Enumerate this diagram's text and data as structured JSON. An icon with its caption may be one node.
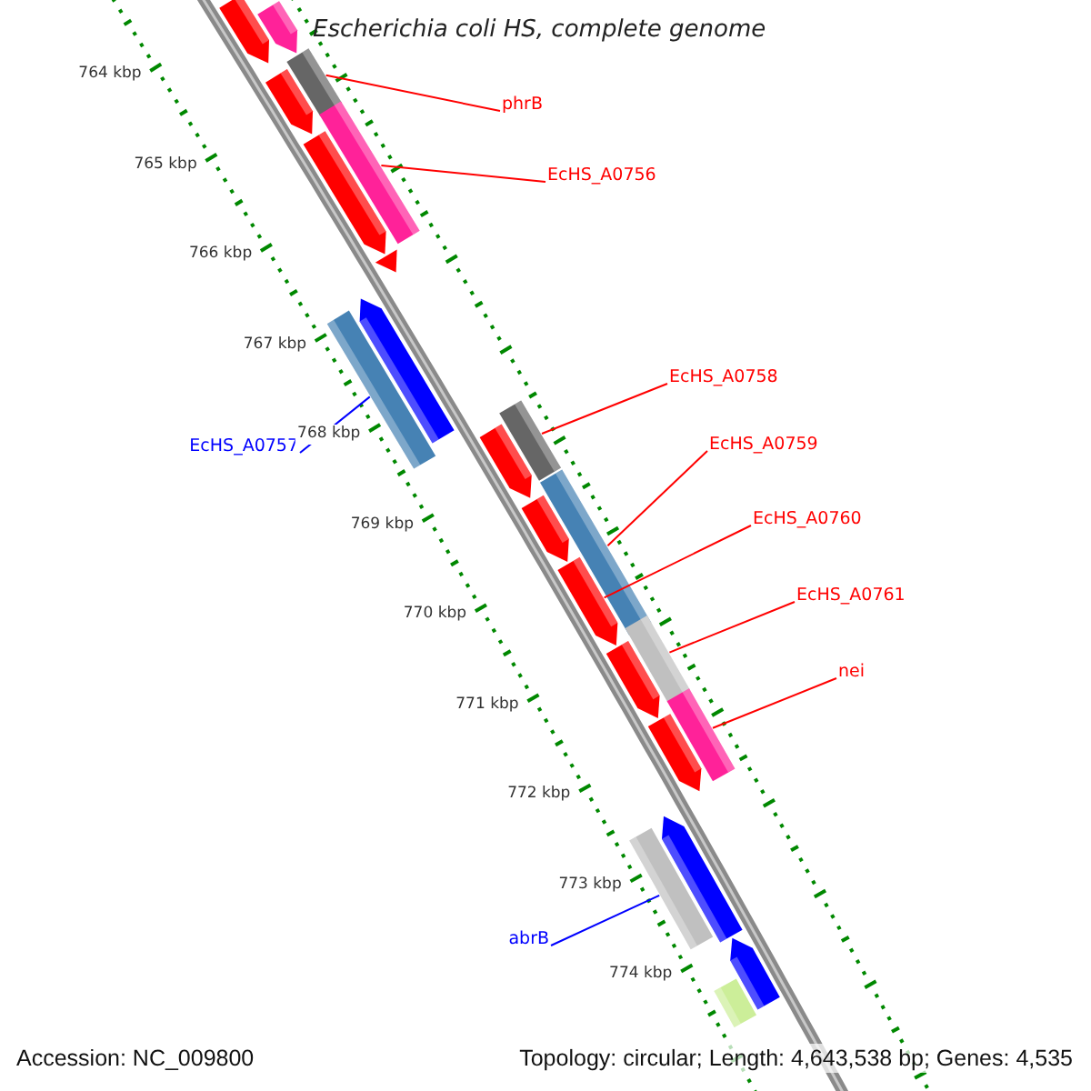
{
  "diagram": {
    "title": "Escherichia coli HS, complete genome",
    "nodes": [
      {
        "text": [
          "phrB"
        ]
      },
      {
        "text": [
          "EcHS_A0756"
        ]
      },
      {
        "text": [
          "EcHS_A0757"
        ]
      },
      {
        "text": [
          "EcHS_A0758"
        ]
      },
      {
        "text": [
          "EcHS_A0759"
        ]
      },
      {
        "text": [
          "EcHS_A0760"
        ]
      },
      {
        "text": [
          "EcHS_A0761"
        ]
      },
      {
        "text": [
          "nei"
        ]
      },
      {
        "text": [
          "abrB"
        ]
      },
      {
        "text": [],
        "shape": "bar"
      },
      {
        "text": [],
        "shape": "bar"
      },
      {
        "text": [],
        "shape": "bar"
      },
      {
        "text": [],
        "shape": "bar"
      },
      {
        "text": [],
        "shape": "bar"
      },
      {
        "text": [],
        "shape": "arrow"
      },
      {
        "text": [],
        "shape": "bar"
      },
      {
        "text": [],
        "shape": "bar"
      },
      {
        "text": [],
        "shape": "bar"
      },
      {
        "text": [],
        "shape": "arrow"
      },
      {
        "text": [],
        "shape": "arrow"
      },
      {
        "text": [],
        "shape": "arrow"
      },
      {
        "text": [],
        "shape": "arrow"
      },
      {
        "text": [],
        "shape": "arrow"
      },
      {
        "text": [],
        "shape": "arrow"
      },
      {
        "text": [],
        "shape": "arrow"
      },
      {
        "text": [],
        "shape": "arrow"
      },
      {
        "text": [],
        "shape": "arrow"
      },
      {
        "text": [],
        "shape": "arrow"
      },
      {
        "text": [],
        "shape": "arrow"
      },
      {
        "text": [],
        "shape": "arrow"
      },
      {
        "text": [],
        "shape": "bar"
      }
    ],
    "edges": [
      {
        "from": 0,
        "to": 9,
        "arrow": "none"
      },
      {
        "from": 1,
        "to": 10,
        "arrow": "none"
      },
      {
        "from": 2,
        "to": 11,
        "arrow": "none",
        "color": "#0000ff"
      },
      {
        "from": 3,
        "to": 12,
        "arrow": "none"
      },
      {
        "from": 4,
        "to": 13,
        "arrow": "none"
      },
      {
        "from": 5,
        "to": 14,
        "arrow": "none"
      },
      {
        "from": 6,
        "to": 15,
        "arrow": "none"
      },
      {
        "from": 7,
        "to": 16,
        "arrow": "none"
      },
      {
        "from": 8,
        "to": 17,
        "arrow": "none",
        "color": "#0000ff"
      }
    ],
    "labels": [
      "764 kbp",
      "765 kbp",
      "766 kbp",
      "767 kbp",
      "768 kbp",
      "769 kbp",
      "770 kbp",
      "771 kbp",
      "772 kbp",
      "773 kbp",
      "774 kbp",
      "Accession: NC_009800",
      "Topology: circular; Length: 4,643,538 bp; Genes: 4,535"
    ]
  }
}
